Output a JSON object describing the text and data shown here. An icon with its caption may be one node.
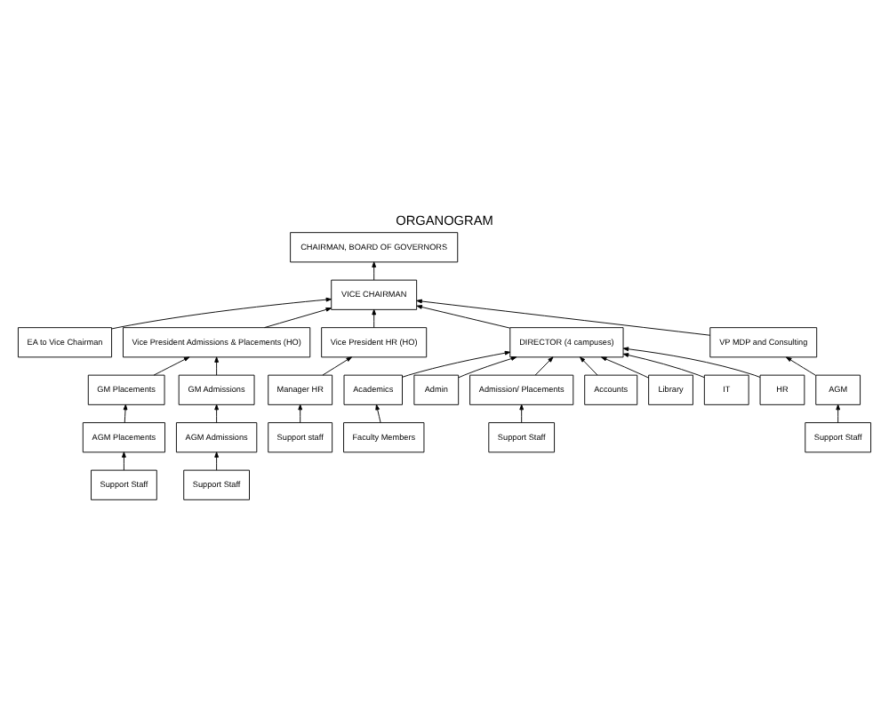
{
  "diagram": {
    "title": "ORGANOGRAM",
    "nodes": [
      {
        "text": [
          "CHAIRMAN, BOARD OF GOVERNORS"
        ]
      },
      {
        "text": [
          "VICE CHAIRMAN"
        ]
      },
      {
        "text": [
          "EA to Vice Chairman"
        ]
      },
      {
        "text": [
          "Vice President Admissions & Placements (HO)"
        ]
      },
      {
        "text": [
          "Vice President HR (HO)"
        ]
      },
      {
        "text": [
          "DIRECTOR (4 campuses)"
        ]
      },
      {
        "text": [
          "GM Placements"
        ]
      },
      {
        "text": [
          "GM Admissions"
        ]
      },
      {
        "text": [
          "Manager HR"
        ]
      },
      {
        "text": [
          "Academics"
        ]
      },
      {
        "text": [
          "Admin"
        ]
      },
      {
        "text": [
          "Admission/ Placements"
        ]
      },
      {
        "text": [
          "Support staff"
        ]
      },
      {
        "text": [
          "Faculty Members"
        ]
      },
      {
        "text": [
          "Accounts"
        ]
      },
      {
        "text": [
          "Support Staff"
        ]
      },
      {
        "text": [
          "AGM Placements"
        ]
      },
      {
        "text": [
          "AGM Admissions"
        ]
      },
      {
        "text": [
          "Library"
        ]
      },
      {
        "text": [
          "IT"
        ]
      },
      {
        "text": [
          "Support Staff"
        ]
      },
      {
        "text": [
          "Support Staff"
        ]
      },
      {
        "text": [
          "HR"
        ]
      },
      {
        "text": [
          "VP MDP and Consulting"
        ]
      },
      {
        "text": [
          "AGM"
        ]
      },
      {
        "text": [
          "Support Staff"
        ]
      }
    ],
    "edges": [
      {
        "from": 1,
        "to": 0,
        "arrow": "to"
      },
      {
        "from": 2,
        "to": 1,
        "arrow": "to"
      },
      {
        "from": 5,
        "to": 1,
        "arrow": "to"
      },
      {
        "from": 3,
        "to": 1,
        "arrow": "to"
      },
      {
        "from": 4,
        "to": 1,
        "arrow": "to"
      },
      {
        "from": 23,
        "to": 1,
        "arrow": "to"
      },
      {
        "from": 6,
        "to": 3,
        "arrow": "to"
      },
      {
        "from": 7,
        "to": 3,
        "arrow": "to"
      },
      {
        "from": 16,
        "to": 6,
        "arrow": "to"
      },
      {
        "from": 20,
        "to": 16,
        "arrow": "to"
      },
      {
        "from": 17,
        "to": 7,
        "arrow": "to"
      },
      {
        "from": 21,
        "to": 17,
        "arrow": "to"
      },
      {
        "from": 8,
        "to": 4,
        "arrow": "to"
      },
      {
        "from": 12,
        "to": 8,
        "arrow": "to"
      },
      {
        "from": 9,
        "to": 5,
        "arrow": "to"
      },
      {
        "from": 10,
        "to": 5,
        "arrow": "to"
      },
      {
        "from": 14,
        "to": 5,
        "arrow": "to"
      },
      {
        "from": 18,
        "to": 5,
        "arrow": "to"
      },
      {
        "from": 19,
        "to": 5,
        "arrow": "to"
      },
      {
        "from": 22,
        "to": 5,
        "arrow": "to"
      },
      {
        "from": 11,
        "to": 5,
        "arrow": "to"
      },
      {
        "from": 13,
        "to": 9,
        "arrow": "to"
      },
      {
        "from": 15,
        "to": 11,
        "arrow": "to"
      },
      {
        "from": 24,
        "to": 23,
        "arrow": "to"
      },
      {
        "from": 25,
        "to": 24,
        "arrow": "to"
      }
    ]
  }
}
